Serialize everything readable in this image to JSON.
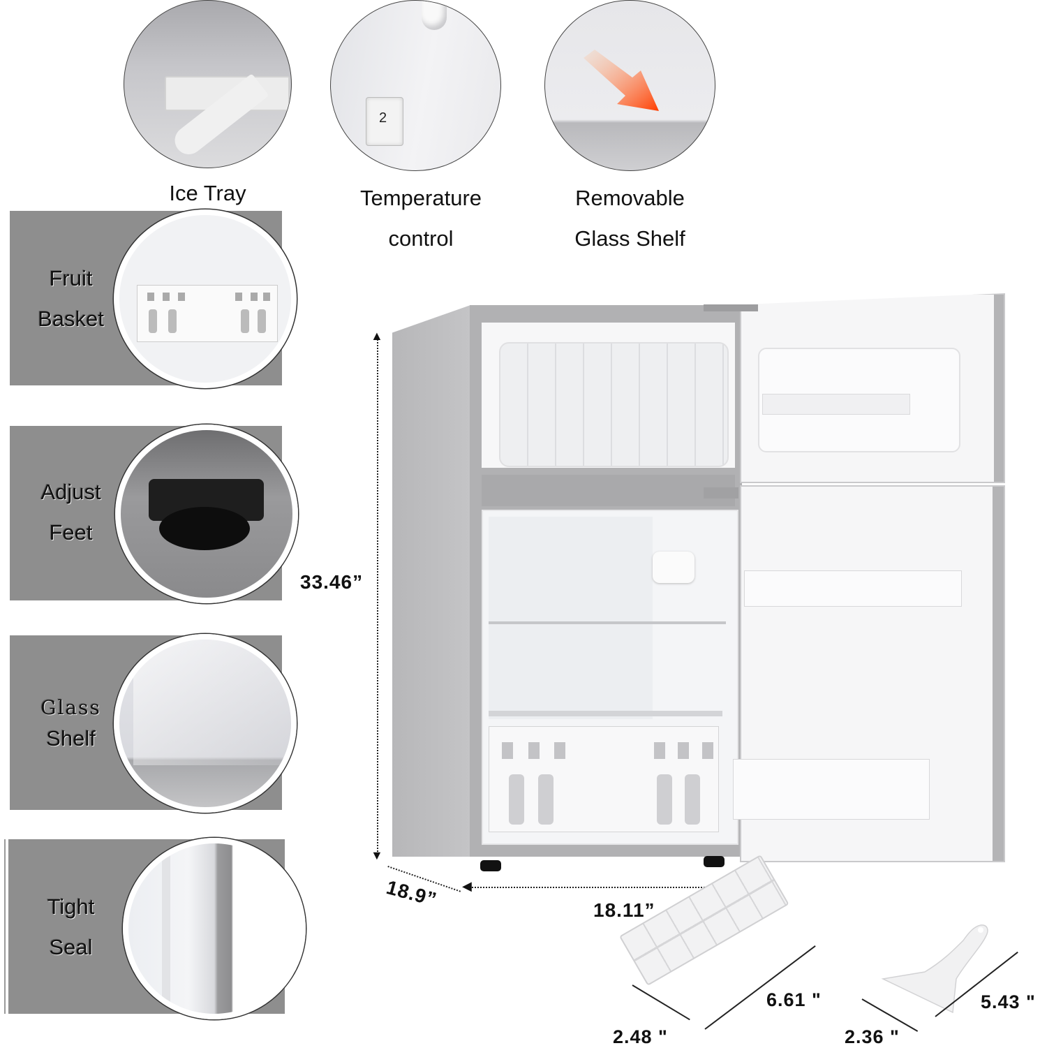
{
  "top_features": [
    {
      "label_lines": [
        "Ice Tray"
      ],
      "icon": "ice-tray-with-scraper"
    },
    {
      "label_lines": [
        "Temperature",
        "control"
      ],
      "icon": "temperature-dial",
      "dial_value": "2"
    },
    {
      "label_lines": [
        "Removable",
        "Glass Shelf"
      ],
      "icon": "orange-arrow"
    }
  ],
  "side_features": [
    {
      "label_lines": [
        "Fruit",
        "Basket"
      ],
      "icon": "fruit-basket"
    },
    {
      "label_lines": [
        "Adjust",
        "Feet"
      ],
      "icon": "adjustable-foot"
    },
    {
      "label_lines": [
        "Glass",
        "Shelf"
      ],
      "icon": "glass-shelf"
    },
    {
      "label_lines": [
        "Tight",
        "Seal"
      ],
      "icon": "door-seal"
    }
  ],
  "fridge_dimensions": {
    "height": "33.46”",
    "depth": "18.9”",
    "width": "18.11”"
  },
  "accessories": {
    "ice_tray": {
      "length": "6.61 \"",
      "width": "2.48 \""
    },
    "scraper": {
      "length": "5.43 \"",
      "width": "2.36 \""
    }
  },
  "colors": {
    "panel_gray": "#8e8e8e",
    "steel": "#b4b4b6",
    "arrow_orange": "#ff5a1a",
    "interior_white": "#f4f5f7"
  }
}
